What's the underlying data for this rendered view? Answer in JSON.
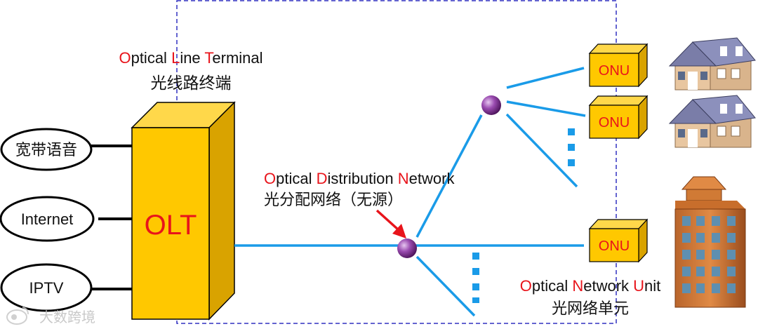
{
  "olt": {
    "en_parts": [
      {
        "initial": "O",
        "rest": "ptical "
      },
      {
        "initial": "L",
        "rest": "ine "
      },
      {
        "initial": "T",
        "rest": "erminal"
      }
    ],
    "zh": "光线路终端",
    "box_label": "OLT"
  },
  "services": [
    "宽带语音",
    "Internet",
    "IPTV"
  ],
  "odn": {
    "en_parts": [
      {
        "initial": "O",
        "rest": "ptical "
      },
      {
        "initial": "D",
        "rest": "istribution "
      },
      {
        "initial": "N",
        "rest": "etwork"
      }
    ],
    "zh": "光分配网络（无源）"
  },
  "onu": {
    "en_parts": [
      {
        "initial": "O",
        "rest": "ptical "
      },
      {
        "initial": "N",
        "rest": "etwork "
      },
      {
        "initial": "U",
        "rest": "nit"
      }
    ],
    "zh": "光网络单元",
    "box_labels": [
      "ONU",
      "ONU",
      "ONU"
    ]
  },
  "watermark": "大数跨境",
  "colors": {
    "fiber": "#1a9be8",
    "olt_front": "#ffc800",
    "olt_side": "#d9a300",
    "label_red": "#e8141b",
    "dashed_border": "#3030c0",
    "splitter": "#7a2a8c"
  },
  "icons": [
    "house-icon",
    "house-icon",
    "office-building-icon",
    "splitter-node-icon",
    "weibo-logo-icon"
  ]
}
